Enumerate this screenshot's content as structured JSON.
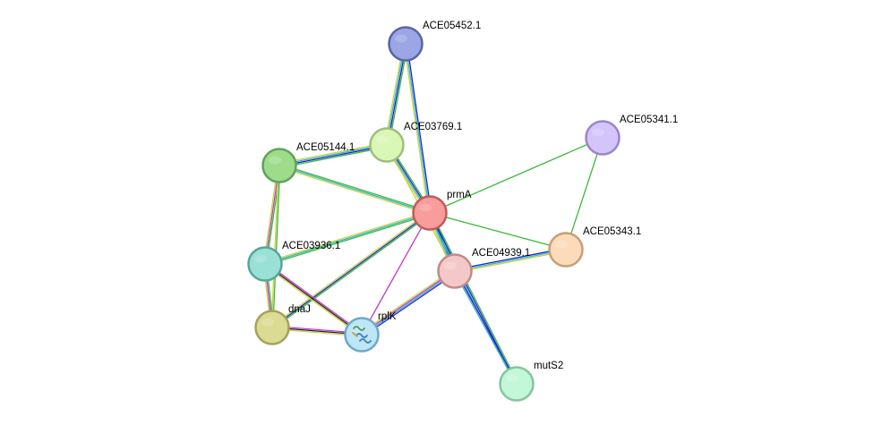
{
  "nodes": [
    {
      "id": "prmA",
      "label": "prmA",
      "fill": "#f89c9c",
      "stroke": "#c05a5a",
      "icon": ""
    },
    {
      "id": "ACE05452.1",
      "label": "ACE05452.1",
      "fill": "#9ba6e4",
      "stroke": "#5566a8",
      "icon": ""
    },
    {
      "id": "ACE03769.1",
      "label": "ACE03769.1",
      "fill": "#dbf7b5",
      "stroke": "#9fbe7c",
      "icon": ""
    },
    {
      "id": "ACE05144.1",
      "label": "ACE05144.1",
      "fill": "#9edc8c",
      "stroke": "#5fa35a",
      "icon": ""
    },
    {
      "id": "ACE05341.1",
      "label": "ACE05341.1",
      "fill": "#d3c4fa",
      "stroke": "#9b84c9",
      "icon": ""
    },
    {
      "id": "ACE05343.1",
      "label": "ACE05343.1",
      "fill": "#fbdbb9",
      "stroke": "#c79e78",
      "icon": ""
    },
    {
      "id": "ACE04939.1",
      "label": "ACE04939.1",
      "fill": "#f4c8c8",
      "stroke": "#c08a8a",
      "icon": ""
    },
    {
      "id": "ACE03936.1",
      "label": "ACE03936.1",
      "fill": "#99e0d6",
      "stroke": "#58a59b",
      "icon": ""
    },
    {
      "id": "dnaJ",
      "label": "dnaJ",
      "fill": "#dcdb94",
      "stroke": "#a3a25c",
      "icon": ""
    },
    {
      "id": "rplK",
      "label": "rplK",
      "fill": "#bde6f7",
      "stroke": "#6ea9cc",
      "icon": "protein-structure-icon"
    },
    {
      "id": "mutS2",
      "label": "mutS2",
      "fill": "#c2f7d8",
      "stroke": "#85c4a1",
      "icon": ""
    }
  ],
  "edges": [
    {
      "source": "ACE05452.1",
      "target": "ACE03769.1",
      "colors": [
        "#3db83d",
        "#2222cc",
        "#33b5c9",
        "#c6d640"
      ]
    },
    {
      "source": "ACE05452.1",
      "target": "prmA",
      "colors": [
        "#2222cc",
        "#33b5c9",
        "#c6d640"
      ]
    },
    {
      "source": "ACE03769.1",
      "target": "prmA",
      "colors": [
        "#3db83d",
        "#2222cc",
        "#33b5c9",
        "#c6d640"
      ]
    },
    {
      "source": "ACE03769.1",
      "target": "ACE05144.1",
      "colors": [
        "#3db83d",
        "#2222cc",
        "#33b5c9",
        "#c6d640"
      ]
    },
    {
      "source": "ACE03769.1",
      "target": "ACE04939.1",
      "colors": [
        "#c6d640"
      ]
    },
    {
      "source": "ACE05144.1",
      "target": "prmA",
      "colors": [
        "#3db83d",
        "#33b5c9",
        "#c6d640"
      ]
    },
    {
      "source": "ACE05144.1",
      "target": "ACE03936.1",
      "colors": [
        "#3db83d",
        "#c23bc2",
        "#c6d640"
      ]
    },
    {
      "source": "ACE05144.1",
      "target": "dnaJ",
      "colors": [
        "#3db83d",
        "#c6d640"
      ]
    },
    {
      "source": "prmA",
      "target": "ACE05341.1",
      "colors": [
        "#3db83d"
      ]
    },
    {
      "source": "prmA",
      "target": "ACE05343.1",
      "colors": [
        "#3db83d"
      ]
    },
    {
      "source": "ACE05341.1",
      "target": "ACE05343.1",
      "colors": [
        "#3db83d"
      ]
    },
    {
      "source": "prmA",
      "target": "ACE04939.1",
      "colors": [
        "#3db83d",
        "#2222cc",
        "#33b5c9",
        "#c6d640"
      ]
    },
    {
      "source": "prmA",
      "target": "ACE03936.1",
      "colors": [
        "#3db83d",
        "#33b5c9",
        "#c6d640"
      ]
    },
    {
      "source": "prmA",
      "target": "dnaJ",
      "colors": [
        "#3db83d",
        "#2222cc",
        "#c6d640"
      ]
    },
    {
      "source": "prmA",
      "target": "rplK",
      "colors": [
        "#c23bc2"
      ]
    },
    {
      "source": "prmA",
      "target": "mutS2",
      "colors": [
        "#3db83d",
        "#2222cc",
        "#33b5c9"
      ]
    },
    {
      "source": "ACE04939.1",
      "target": "ACE05343.1",
      "colors": [
        "#2222cc",
        "#33b5c9",
        "#c6d640"
      ]
    },
    {
      "source": "ACE04939.1",
      "target": "rplK",
      "colors": [
        "#2222cc",
        "#33b5c9",
        "#c23bc2",
        "#c6d640"
      ]
    },
    {
      "source": "ACE04939.1",
      "target": "mutS2",
      "colors": [
        "#2222cc",
        "#33b5c9"
      ]
    },
    {
      "source": "ACE03936.1",
      "target": "dnaJ",
      "colors": [
        "#3db83d",
        "#c23bc2",
        "#c6d640"
      ]
    },
    {
      "source": "ACE03936.1",
      "target": "rplK",
      "colors": [
        "#c23bc2",
        "#222222",
        "#c6d640"
      ]
    },
    {
      "source": "dnaJ",
      "target": "rplK",
      "colors": [
        "#c23bc2",
        "#222222",
        "#c6d640"
      ]
    }
  ]
}
